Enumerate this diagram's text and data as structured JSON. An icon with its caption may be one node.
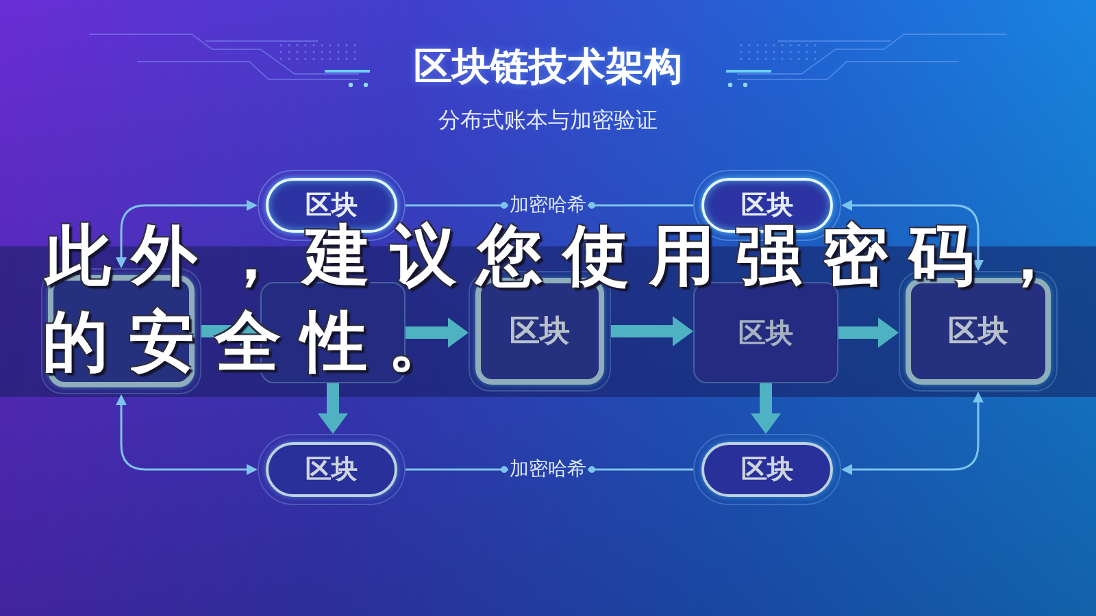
{
  "diagram": {
    "title": "区块链技术架构",
    "nodes": [
      {
        "text": [
          "区块"
        ]
      },
      {
        "text": [
          "加密哈希"
        ]
      },
      {
        "text": [
          "区块"
        ]
      },
      {
        "text": [],
        "shape": "box"
      },
      {
        "text": [],
        "shape": "box"
      },
      {
        "text": [
          "区块"
        ]
      },
      {
        "text": [
          "区块"
        ]
      },
      {
        "text": [
          "区块"
        ]
      },
      {
        "text": [
          "区块"
        ]
      },
      {
        "text": [
          "加密哈希"
        ]
      },
      {
        "text": [
          "区块"
        ]
      }
    ],
    "edges": [
      {
        "from": 0,
        "to": 1,
        "arrow": "other"
      },
      {
        "from": 2,
        "to": 1,
        "arrow": "other"
      },
      {
        "from": 3,
        "to": 0,
        "arrow": "both"
      },
      {
        "from": 3,
        "to": 4,
        "arrow": "to",
        "style": "thick",
        "color": "#4fb2c2"
      },
      {
        "from": 4,
        "to": 5,
        "arrow": "to",
        "style": "thick",
        "color": "#4fb2c2"
      },
      {
        "from": 5,
        "to": 6,
        "arrow": "to",
        "style": "thick",
        "color": "#4fb2c2"
      },
      {
        "from": 6,
        "to": 7,
        "arrow": "to",
        "style": "thick",
        "color": "#4fb2c2"
      },
      {
        "from": 7,
        "to": 2,
        "arrow": "both"
      },
      {
        "from": 4,
        "to": 8,
        "arrow": "to",
        "style": "thick",
        "color": "#4fb2c2"
      },
      {
        "from": 6,
        "to": 10,
        "arrow": "to",
        "style": "thick",
        "color": "#4fb2c2"
      },
      {
        "from": 3,
        "to": 8,
        "arrow": "both"
      },
      {
        "from": 7,
        "to": 10,
        "arrow": "both"
      },
      {
        "from": 8,
        "to": 9,
        "arrow": "other"
      },
      {
        "from": 10,
        "to": 9,
        "arrow": "other"
      }
    ],
    "labels": [
      "分布式账本与加密验证",
      "此外，建议您使用强密码，",
      "的安全性。"
    ]
  }
}
